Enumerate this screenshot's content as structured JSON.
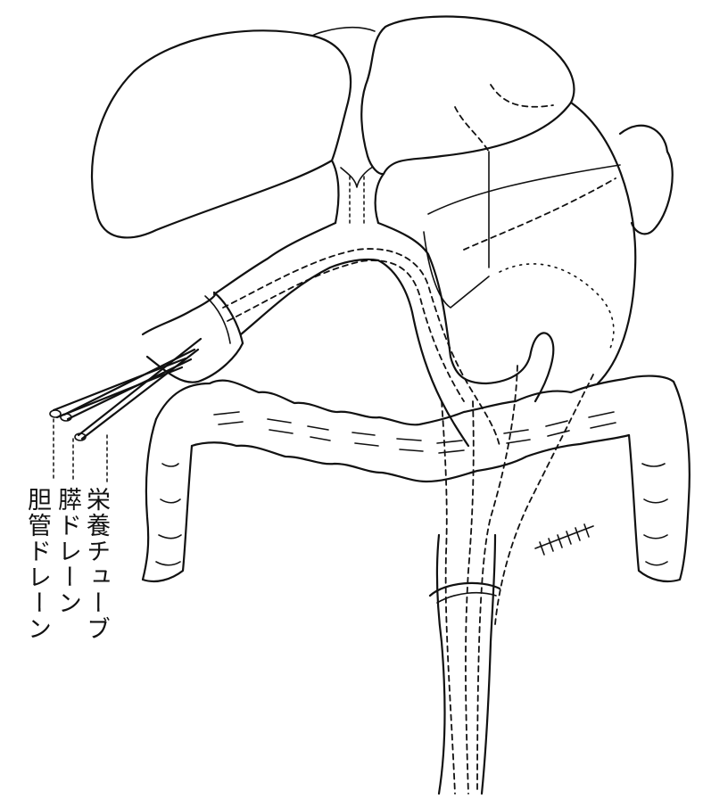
{
  "labels": {
    "feeding_tube": "栄養チューブ",
    "pancreatic_drain": "膵ドレーン",
    "biliary_drain": "胆管ドレーン"
  },
  "colors": {
    "ink": "#111111",
    "background": "#ffffff"
  }
}
